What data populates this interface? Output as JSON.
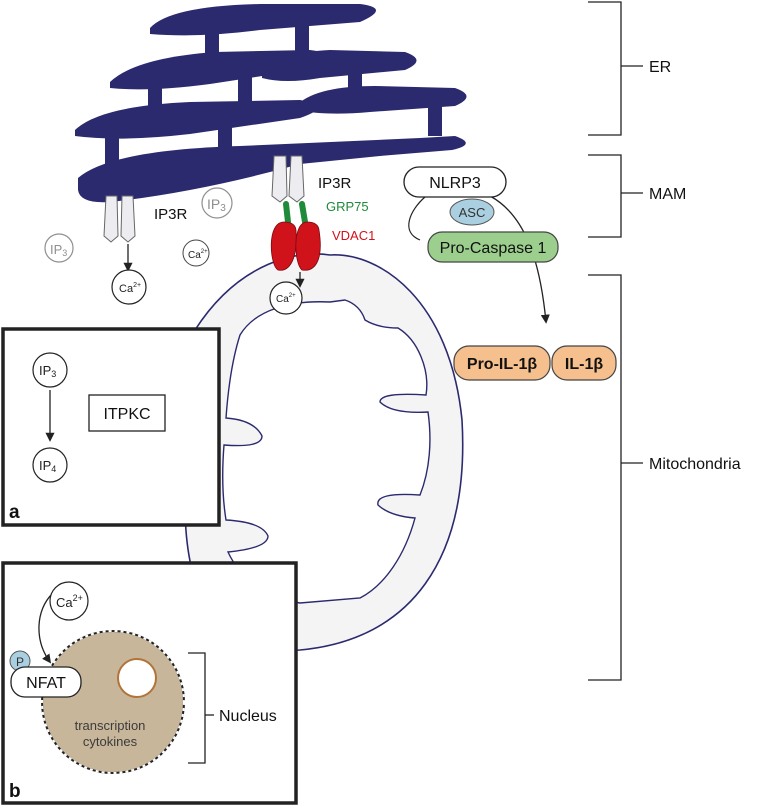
{
  "brackets": {
    "er": "ER",
    "mam": "MAM",
    "mitochondria": "Mitochondria",
    "nucleus": "Nucleus"
  },
  "labels": {
    "ip3r_left": "IP3R",
    "ip3r_right": "IP3R",
    "grp75": "GRP75",
    "vdac1": "VDAC1",
    "nlrp3": "NLRP3",
    "asc": "ASC",
    "pro_caspase": "Pro-Caspase 1",
    "pro_il1b": "Pro-IL-1β",
    "il1b": "IL-1β",
    "ip_base": "IP",
    "ip_sub3": "3",
    "ip_sub4": "4",
    "ca_base": "Ca",
    "ca_sup": "2+"
  },
  "panel_a": {
    "letter": "a",
    "enzyme": "ITPKC"
  },
  "panel_b": {
    "letter": "b",
    "phospho": "P",
    "nfat": "NFAT",
    "nucleus_line1": "transcription",
    "nucleus_line2": "cytokines"
  },
  "colors": {
    "er": "#2b2a6e",
    "grp75": "#1f8a3a",
    "vdac1": "#d0121b",
    "asc": "#a9cfe0",
    "pro_caspase": "#9ccf8e",
    "il1b": "#f5c08e",
    "mito_fill": "#f4f4f5",
    "nucleus": "#c8b69a"
  }
}
